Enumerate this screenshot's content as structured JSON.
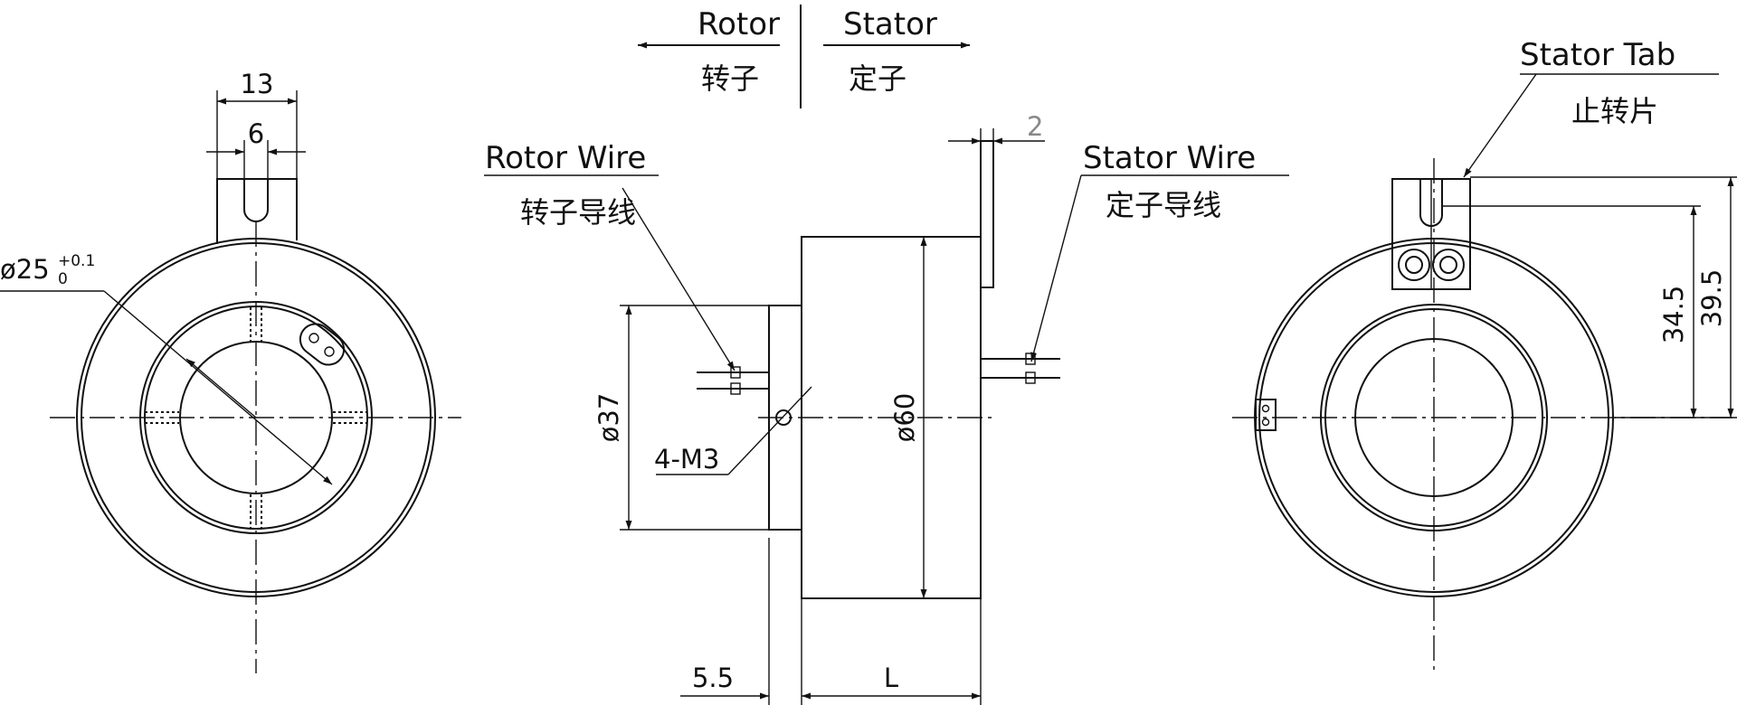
{
  "legend": {
    "rotor_en": "Rotor",
    "rotor_cn": "转子",
    "stator_en": "Stator",
    "stator_cn": "定子"
  },
  "labels": {
    "rotor_wire_en": "Rotor Wire",
    "rotor_wire_cn": "转子导线",
    "stator_wire_en": "Stator Wire",
    "stator_wire_cn": "定子导线",
    "stator_tab_en": "Stator Tab",
    "stator_tab_cn": "止转片"
  },
  "dimensions": {
    "tab_width": "13",
    "slot_width": "6",
    "bore_diameter": "ø25",
    "bore_tol_upper": "+0.1",
    "bore_tol_lower": "0",
    "flange_thickness": "2",
    "rotor_diameter": "ø37",
    "body_diameter": "ø60",
    "mount_holes": "4-M3",
    "rotor_length": "5.5",
    "body_length": "L",
    "tab_height_1": "34.5",
    "tab_height_2": "39.5"
  }
}
